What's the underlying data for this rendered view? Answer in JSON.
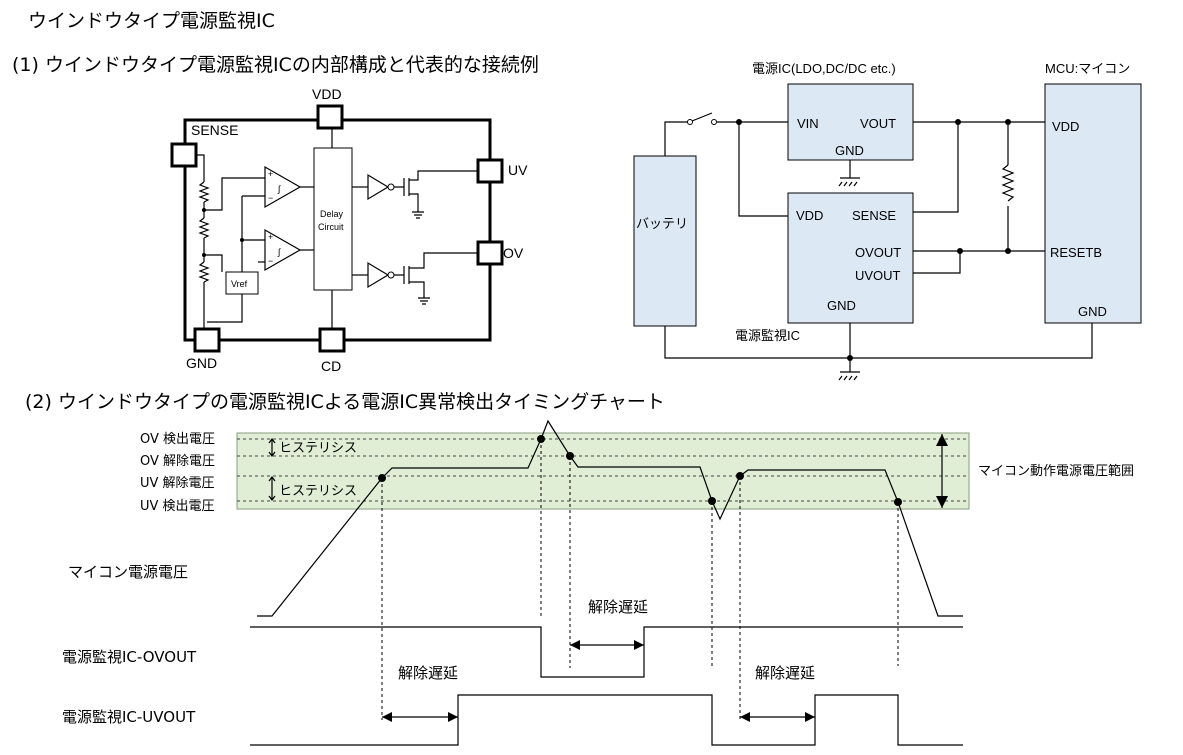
{
  "title": "ウインドウタイプ電源監視IC",
  "section1": {
    "heading": "(1) ウインドウタイプ電源監視ICの内部構成と代表的な接続例",
    "ic_pins": {
      "vdd": "VDD",
      "sense": "SENSE",
      "uv": "UV",
      "ov": "OV",
      "gnd": "GND",
      "cd": "CD"
    },
    "delay_line1": "Delay",
    "delay_line2": "Circuit",
    "vref": "Vref",
    "power_ic": {
      "label": "電源IC(LDO,DC/DC etc.)",
      "vin": "VIN",
      "vout": "VOUT",
      "gnd": "GND"
    },
    "battery": "バッテリ",
    "monitor_ic": {
      "label": "電源監視IC",
      "vdd": "VDD",
      "sense": "SENSE",
      "ovout": "OVOUT",
      "uvout": "UVOUT",
      "gnd": "GND"
    },
    "mcu": {
      "label": "MCU:マイコン",
      "vdd": "VDD",
      "resetb": "RESETB",
      "gnd": "GND"
    }
  },
  "section2": {
    "heading": "(2) ウインドウタイプの電源監視ICよる電源IC異常検出タイミングチャート",
    "levels": {
      "ov_detect": "OV 検出電圧",
      "ov_release": "OV 解除電圧",
      "uv_release": "UV 解除電圧",
      "uv_detect": "UV 検出電圧"
    },
    "hysteresis": "ヒステリシス",
    "range_label": "マイコン動作電源電圧範囲",
    "signals": {
      "mcu_voltage": "マイコン電源電圧",
      "ovout": "電源監視IC-OVOUT",
      "uvout": "電源監視IC-UVOUT"
    },
    "release_delay": "解除遅延"
  },
  "colors": {
    "block_fill": "#dce9f5",
    "window_band": "#dfeed5"
  }
}
